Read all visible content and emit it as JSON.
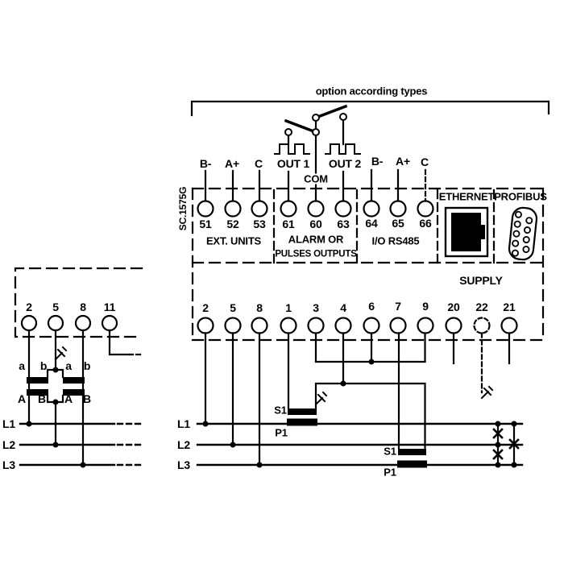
{
  "title_note": "option according types",
  "drawing_ref": "SC.1575G",
  "device": {
    "connection_labels": [
      "B-",
      "A+",
      "C",
      "OUT 1",
      "COM",
      "OUT 2",
      "B-",
      "A+",
      "C"
    ],
    "top_terminals": [
      "51",
      "52",
      "53",
      "61",
      "60",
      "63",
      "64",
      "65",
      "66"
    ],
    "group_labels": {
      "ext_units": "EXT. UNITS",
      "alarm_line1": "ALARM OR",
      "alarm_line2": "PULSES OUTPUTS",
      "io_rs485": "I/O RS485",
      "supply": "SUPPLY"
    },
    "ports": {
      "ethernet": "ETHERNET",
      "profibus": "PROFIBUS"
    },
    "bottom_terminals": [
      "2",
      "5",
      "8",
      "1",
      "3",
      "4",
      "6",
      "7",
      "9",
      "20",
      "22",
      "21"
    ]
  },
  "left_circuit": {
    "terminals": [
      "2",
      "5",
      "8",
      "11"
    ],
    "vt_secondary_labels": [
      "a",
      "b",
      "a",
      "b"
    ],
    "vt_primary_labels": [
      "A",
      "B",
      "A",
      "B"
    ],
    "phase_labels": [
      "L1",
      "L2",
      "L3"
    ]
  },
  "right_circuit": {
    "phase_labels": [
      "L1",
      "L2",
      "L3"
    ],
    "ct_labels": {
      "secondary": "S1",
      "primary": "P1"
    }
  },
  "colors": {
    "line": "#000000",
    "background": "#ffffff"
  }
}
